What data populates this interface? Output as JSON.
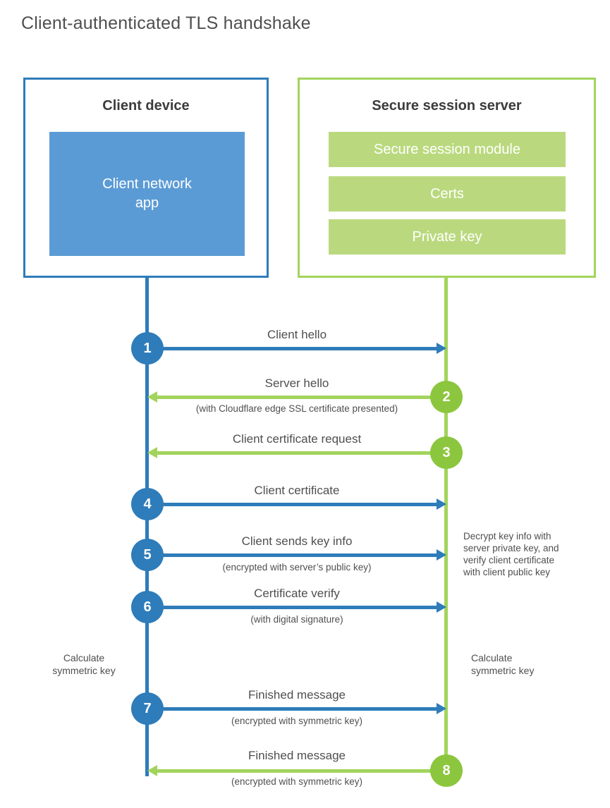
{
  "title": "Client-authenticated TLS handshake",
  "colors": {
    "blue": "#2e7cba",
    "blue_light": "#5b9bd5",
    "green": "#a2d45c",
    "green_dark": "#8cc63e",
    "green_bar": "#bad97e"
  },
  "client": {
    "heading": "Client device",
    "app_label": "Client network\napp"
  },
  "server": {
    "heading": "Secure session server",
    "modules": [
      "Secure session module",
      "Certs",
      "Private key"
    ]
  },
  "steps": [
    {
      "number": "1",
      "label": "Client hello",
      "sublabel": ""
    },
    {
      "number": "2",
      "label": "Server hello",
      "sublabel": "(with Cloudflare edge SSL certificate presented)"
    },
    {
      "number": "3",
      "label": "Client certificate request",
      "sublabel": ""
    },
    {
      "number": "4",
      "label": "Client certificate",
      "sublabel": ""
    },
    {
      "number": "5",
      "label": "Client sends key info",
      "sublabel": "(encrypted with server’s public key)"
    },
    {
      "number": "6",
      "label": "Certificate verify",
      "sublabel": "(with digital signature)"
    },
    {
      "number": "7",
      "label": "Finished message",
      "sublabel": "(encrypted with symmetric key)"
    },
    {
      "number": "8",
      "label": "Finished message",
      "sublabel": "(encrypted with symmetric key)"
    }
  ],
  "annotations": {
    "decrypt_note": "Decrypt key info with\nserver private key, and\nverify client certificate\nwith client public key",
    "calc_left": "Calculate\nsymmetric key",
    "calc_right": "Calculate\nsymmetric key"
  }
}
